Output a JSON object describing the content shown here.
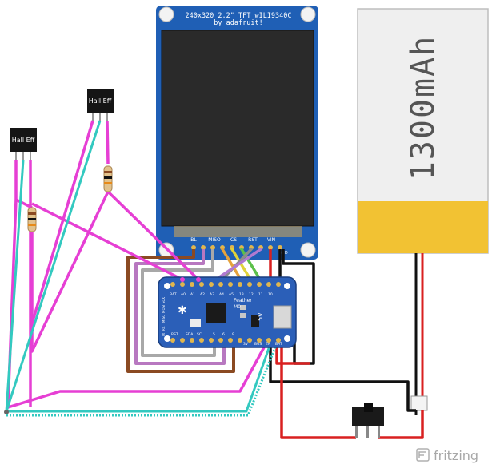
{
  "display": {
    "title_line1": "240x320 2.2\" TFT wILI9340C",
    "title_line2": "by adafruit!",
    "pin_labels": [
      "BL",
      "MISO",
      "CS",
      "RST",
      "VIN",
      "GND"
    ]
  },
  "battery": {
    "label": "1300mAh"
  },
  "hall_sensors": [
    {
      "label": "Hall Eff"
    },
    {
      "label": "Hall Eff"
    }
  ],
  "microcontroller": {
    "top_labels": [
      "BAT",
      "A0",
      "A1",
      "A2",
      "A3",
      "A4",
      "A5",
      "13",
      "12",
      "11",
      "10"
    ],
    "side_labels": [
      "SCK",
      "MOSI",
      "MISO",
      "RX",
      "TX"
    ],
    "bottom_labels": [
      "RST",
      "SDA",
      "SCL",
      "5",
      "6",
      "9",
      "BUS",
      "EN",
      "3V",
      "BAT"
    ],
    "board_text": [
      "Feather",
      "M0",
      "5V"
    ]
  },
  "watermark": {
    "text": "fritzing"
  },
  "colors": {
    "magenta_wire": "#e63fd4",
    "cyan_wire": "#33c9c0",
    "brown_wire": "#8b4a22",
    "violet_wire": "#b878c0",
    "grey_wire": "#a8a8a8",
    "red_wire": "#d92020",
    "black_wire": "#111111",
    "pcb_blue": "#2b5fb8",
    "display_blue": "#1f5fb5",
    "battery_body": "#efefef",
    "battery_band": "#f2c233"
  }
}
